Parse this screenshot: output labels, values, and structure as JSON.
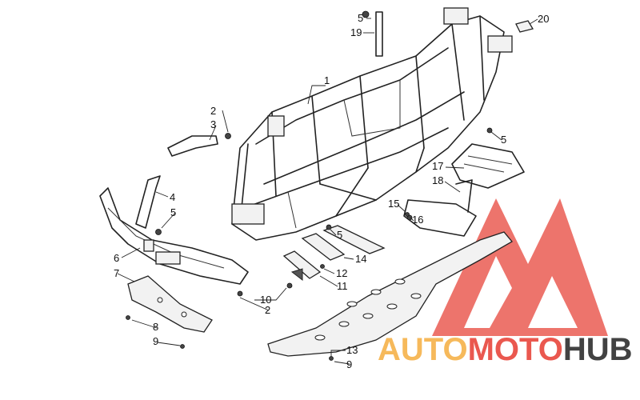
{
  "diagram": {
    "callouts": [
      "1",
      "2",
      "3",
      "4",
      "5",
      "6",
      "7",
      "8",
      "9",
      "10",
      "2",
      "11",
      "12",
      "5",
      "14",
      "15",
      "16",
      "17",
      "18",
      "5",
      "19",
      "5",
      "20",
      "13",
      "9"
    ]
  },
  "watermark": {
    "brand_part1": "AUTO",
    "brand_part2": "MOTO",
    "brand_part3": "HUB",
    "color_light": "#f6b24a",
    "color_red": "#e8463c",
    "color_dark": "#2e2e2e"
  }
}
